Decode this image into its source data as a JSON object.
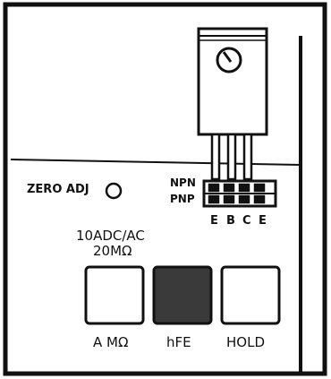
{
  "labels": {
    "zero_adj": "ZERO ADJ",
    "npn": "NPN",
    "pnp": "PNP",
    "pins": [
      "E",
      "B",
      "C",
      "E"
    ],
    "range_line1": "10ADC/AC",
    "range_line2": "20MΩ"
  },
  "buttons": [
    {
      "label": "A MΩ",
      "pressed": false
    },
    {
      "label": "hFE",
      "pressed": true
    },
    {
      "label": "HOLD",
      "pressed": false
    }
  ],
  "colors": {
    "ink": "#111111",
    "paper": "#ffffff",
    "pressed_fill": "#3a3a3a"
  }
}
